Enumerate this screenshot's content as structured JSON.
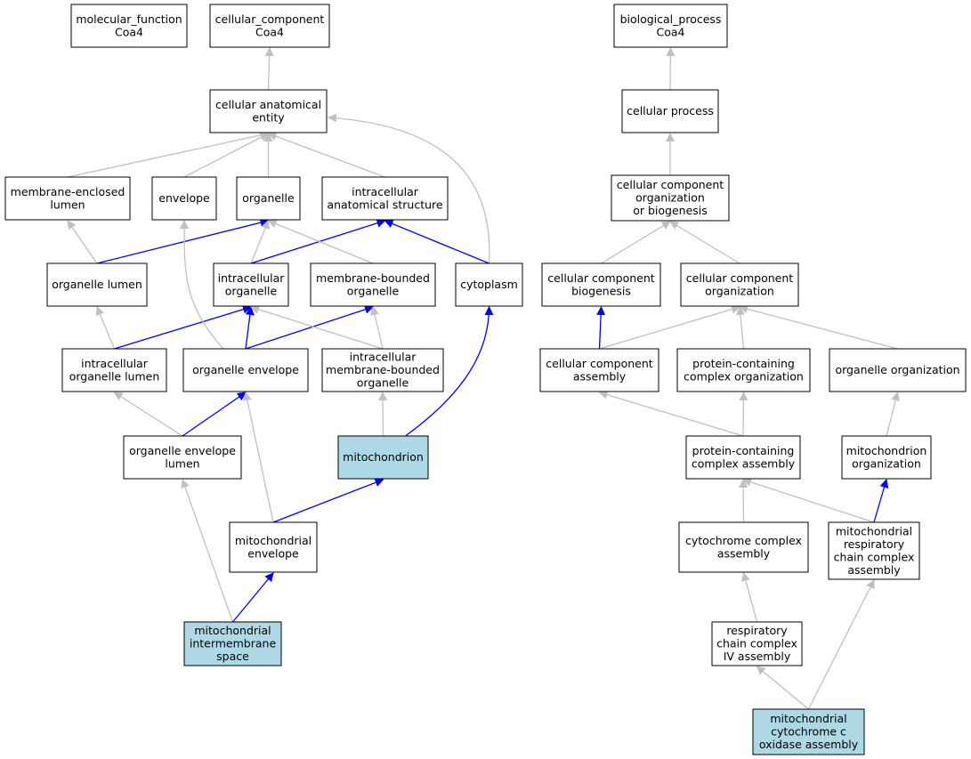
{
  "colors": {
    "highlight_fill": "#add8e6",
    "node_fill": "#ffffff",
    "node_border": "#000000",
    "edge_gray": "#c0c0c0",
    "edge_blue": "#0000ff"
  },
  "nodes": [
    {
      "id": "molecular_function",
      "lines": [
        "molecular_function",
        "Coa4"
      ],
      "highlight": false
    },
    {
      "id": "cellular_component",
      "lines": [
        "cellular_component",
        "Coa4"
      ],
      "highlight": false
    },
    {
      "id": "biological_process",
      "lines": [
        "biological_process",
        "Coa4"
      ],
      "highlight": false
    },
    {
      "id": "cellular_anatomical_entity",
      "lines": [
        "cellular anatomical",
        "entity"
      ],
      "highlight": false
    },
    {
      "id": "membrane_enclosed_lumen",
      "lines": [
        "membrane-enclosed",
        "lumen"
      ],
      "highlight": false
    },
    {
      "id": "envelope",
      "lines": [
        "envelope"
      ],
      "highlight": false
    },
    {
      "id": "organelle",
      "lines": [
        "organelle"
      ],
      "highlight": false
    },
    {
      "id": "intracellular_anatomical_structure",
      "lines": [
        "intracellular",
        "anatomical structure"
      ],
      "highlight": false
    },
    {
      "id": "organelle_lumen",
      "lines": [
        "organelle lumen"
      ],
      "highlight": false
    },
    {
      "id": "intracellular_organelle",
      "lines": [
        "intracellular",
        "organelle"
      ],
      "highlight": false
    },
    {
      "id": "membrane_bounded_organelle",
      "lines": [
        "membrane-bounded",
        "organelle"
      ],
      "highlight": false
    },
    {
      "id": "cytoplasm",
      "lines": [
        "cytoplasm"
      ],
      "highlight": false
    },
    {
      "id": "intracellular_organelle_lumen",
      "lines": [
        "intracellular",
        "organelle lumen"
      ],
      "highlight": false
    },
    {
      "id": "organelle_envelope",
      "lines": [
        "organelle envelope"
      ],
      "highlight": false
    },
    {
      "id": "intracellular_membrane_bounded_organelle",
      "lines": [
        "intracellular",
        "membrane-bounded",
        "organelle"
      ],
      "highlight": false
    },
    {
      "id": "organelle_envelope_lumen",
      "lines": [
        "organelle envelope",
        "lumen"
      ],
      "highlight": false
    },
    {
      "id": "mitochondrion",
      "lines": [
        "mitochondrion"
      ],
      "highlight": true
    },
    {
      "id": "mitochondrial_envelope",
      "lines": [
        "mitochondrial",
        "envelope"
      ],
      "highlight": false
    },
    {
      "id": "mitochondrial_intermembrane_space",
      "lines": [
        "mitochondrial",
        "intermembrane",
        "space"
      ],
      "highlight": true
    },
    {
      "id": "cellular_process",
      "lines": [
        "cellular process"
      ],
      "highlight": false
    },
    {
      "id": "ccob",
      "lines": [
        "cellular component",
        "organization",
        "or biogenesis"
      ],
      "highlight": false
    },
    {
      "id": "cc_biogenesis",
      "lines": [
        "cellular component",
        "biogenesis"
      ],
      "highlight": false
    },
    {
      "id": "cc_organization",
      "lines": [
        "cellular component",
        "organization"
      ],
      "highlight": false
    },
    {
      "id": "cc_assembly",
      "lines": [
        "cellular component",
        "assembly"
      ],
      "highlight": false
    },
    {
      "id": "pc_complex_organization",
      "lines": [
        "protein-containing",
        "complex organization"
      ],
      "highlight": false
    },
    {
      "id": "organelle_organization",
      "lines": [
        "organelle organization"
      ],
      "highlight": false
    },
    {
      "id": "pc_complex_assembly",
      "lines": [
        "protein-containing",
        "complex assembly"
      ],
      "highlight": false
    },
    {
      "id": "mitochondrion_organization",
      "lines": [
        "mitochondrion",
        "organization"
      ],
      "highlight": false
    },
    {
      "id": "cytochrome_complex_assembly",
      "lines": [
        "cytochrome complex",
        "assembly"
      ],
      "highlight": false
    },
    {
      "id": "mito_resp_chain_complex_assembly",
      "lines": [
        "mitochondrial",
        "respiratory",
        "chain complex",
        "assembly"
      ],
      "highlight": false
    },
    {
      "id": "resp_chain_complex_iv_assembly",
      "lines": [
        "respiratory",
        "chain complex",
        "IV assembly"
      ],
      "highlight": false
    },
    {
      "id": "mito_cyt_c_oxidase_assembly",
      "lines": [
        "mitochondrial",
        "cytochrome c",
        "oxidase assembly"
      ],
      "highlight": true
    }
  ],
  "edges": [
    {
      "from": "cellular_anatomical_entity",
      "to": "cellular_component",
      "color": "gray"
    },
    {
      "from": "membrane_enclosed_lumen",
      "to": "cellular_anatomical_entity",
      "color": "gray"
    },
    {
      "from": "envelope",
      "to": "cellular_anatomical_entity",
      "color": "gray"
    },
    {
      "from": "organelle",
      "to": "cellular_anatomical_entity",
      "color": "gray"
    },
    {
      "from": "intracellular_anatomical_structure",
      "to": "cellular_anatomical_entity",
      "color": "gray"
    },
    {
      "from": "cytoplasm",
      "to": "cellular_anatomical_entity",
      "color": "gray"
    },
    {
      "from": "organelle_lumen",
      "to": "membrane_enclosed_lumen",
      "color": "gray"
    },
    {
      "from": "organelle_lumen",
      "to": "organelle",
      "color": "blue"
    },
    {
      "from": "intracellular_organelle",
      "to": "organelle",
      "color": "gray"
    },
    {
      "from": "intracellular_organelle",
      "to": "intracellular_anatomical_structure",
      "color": "blue"
    },
    {
      "from": "membrane_bounded_organelle",
      "to": "organelle",
      "color": "gray"
    },
    {
      "from": "cytoplasm",
      "to": "intracellular_anatomical_structure",
      "color": "blue"
    },
    {
      "from": "intracellular_organelle_lumen",
      "to": "organelle_lumen",
      "color": "gray"
    },
    {
      "from": "intracellular_organelle_lumen",
      "to": "intracellular_organelle",
      "color": "blue"
    },
    {
      "from": "organelle_envelope",
      "to": "envelope",
      "color": "gray"
    },
    {
      "from": "organelle_envelope",
      "to": "intracellular_organelle",
      "color": "blue"
    },
    {
      "from": "organelle_envelope",
      "to": "membrane_bounded_organelle",
      "color": "blue"
    },
    {
      "from": "intracellular_membrane_bounded_organelle",
      "to": "intracellular_organelle",
      "color": "gray"
    },
    {
      "from": "intracellular_membrane_bounded_organelle",
      "to": "membrane_bounded_organelle",
      "color": "gray"
    },
    {
      "from": "organelle_envelope_lumen",
      "to": "intracellular_organelle_lumen",
      "color": "gray"
    },
    {
      "from": "organelle_envelope_lumen",
      "to": "organelle_envelope",
      "color": "blue"
    },
    {
      "from": "mitochondrion",
      "to": "intracellular_membrane_bounded_organelle",
      "color": "gray"
    },
    {
      "from": "mitochondrion",
      "to": "cytoplasm",
      "color": "blue"
    },
    {
      "from": "mitochondrial_envelope",
      "to": "organelle_envelope",
      "color": "gray"
    },
    {
      "from": "mitochondrial_envelope",
      "to": "mitochondrion",
      "color": "blue"
    },
    {
      "from": "mitochondrial_intermembrane_space",
      "to": "organelle_envelope_lumen",
      "color": "gray"
    },
    {
      "from": "mitochondrial_intermembrane_space",
      "to": "mitochondrial_envelope",
      "color": "blue"
    },
    {
      "from": "cellular_process",
      "to": "biological_process",
      "color": "gray"
    },
    {
      "from": "ccob",
      "to": "cellular_process",
      "color": "gray"
    },
    {
      "from": "cc_biogenesis",
      "to": "ccob",
      "color": "gray"
    },
    {
      "from": "cc_organization",
      "to": "ccob",
      "color": "gray"
    },
    {
      "from": "cc_assembly",
      "to": "cc_biogenesis",
      "color": "blue"
    },
    {
      "from": "cc_assembly",
      "to": "cc_organization",
      "color": "gray"
    },
    {
      "from": "pc_complex_organization",
      "to": "cc_organization",
      "color": "gray"
    },
    {
      "from": "organelle_organization",
      "to": "cc_organization",
      "color": "gray"
    },
    {
      "from": "pc_complex_assembly",
      "to": "cc_assembly",
      "color": "gray"
    },
    {
      "from": "pc_complex_assembly",
      "to": "pc_complex_organization",
      "color": "gray"
    },
    {
      "from": "mitochondrion_organization",
      "to": "organelle_organization",
      "color": "gray"
    },
    {
      "from": "cytochrome_complex_assembly",
      "to": "pc_complex_assembly",
      "color": "gray"
    },
    {
      "from": "mito_resp_chain_complex_assembly",
      "to": "pc_complex_assembly",
      "color": "gray"
    },
    {
      "from": "mito_resp_chain_complex_assembly",
      "to": "mitochondrion_organization",
      "color": "blue"
    },
    {
      "from": "resp_chain_complex_iv_assembly",
      "to": "cytochrome_complex_assembly",
      "color": "gray"
    },
    {
      "from": "mito_cyt_c_oxidase_assembly",
      "to": "resp_chain_complex_iv_assembly",
      "color": "gray"
    },
    {
      "from": "mito_cyt_c_oxidase_assembly",
      "to": "mito_resp_chain_complex_assembly",
      "color": "gray"
    }
  ]
}
